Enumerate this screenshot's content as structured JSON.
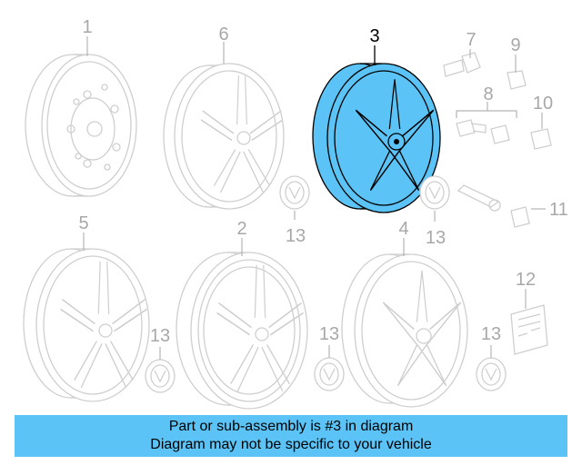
{
  "colors": {
    "highlight": "#5bc3f5",
    "ghost_line": "#cfcfcf",
    "banner": "#5bc3f5"
  },
  "callouts": {
    "wheel_1": "1",
    "wheel_2": "2",
    "wheel_3": "3",
    "wheel_4": "4",
    "wheel_5": "5",
    "wheel_6": "6",
    "lug_bolt_7": "7",
    "lock_set_8": "8",
    "cap_9": "9",
    "cap_10": "10",
    "valve_stem_11": "11",
    "label_12": "12",
    "center_cap_13_a": "13",
    "center_cap_13_b": "13",
    "center_cap_13_c": "13",
    "center_cap_13_d": "13",
    "center_cap_13_e": "13"
  },
  "highlighted_part": "3",
  "banner": {
    "line1": "Part or sub-assembly is #3 in diagram",
    "line2": "Diagram may not be specific to your vehicle"
  }
}
